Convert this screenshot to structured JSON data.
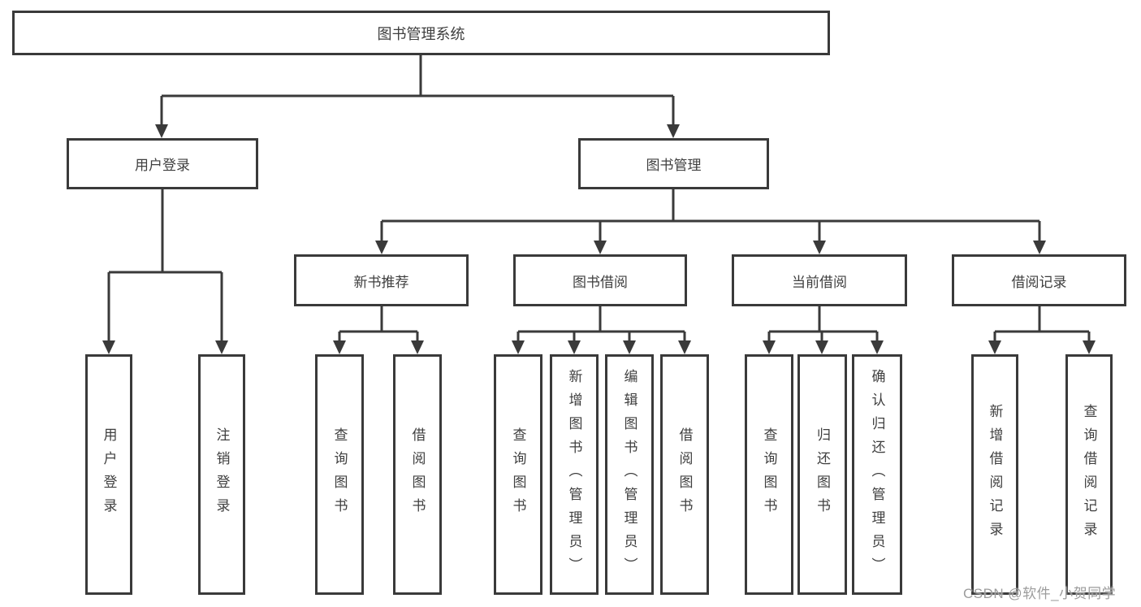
{
  "colors": {
    "line": "#3a3a3a",
    "box_border": "#3a3a3a",
    "text": "#3f3f3f",
    "watermark": "#9c9c9c",
    "background": "#ffffff"
  },
  "watermark": {
    "text": "CSDN @软件_小贺同学"
  },
  "tree": {
    "label": "图书管理系统",
    "children": [
      {
        "label": "用户登录",
        "children": [
          {
            "label": "用户登录"
          },
          {
            "label": "注销登录"
          }
        ]
      },
      {
        "label": "图书管理",
        "children": [
          {
            "label": "新书推荐",
            "children": [
              {
                "label": "查询图书"
              },
              {
                "label": "借阅图书"
              }
            ]
          },
          {
            "label": "图书借阅",
            "children": [
              {
                "label": "查询图书"
              },
              {
                "label": "新增图书（管理员）"
              },
              {
                "label": "编辑图书（管理员）"
              },
              {
                "label": "借阅图书"
              }
            ]
          },
          {
            "label": "当前借阅",
            "children": [
              {
                "label": "查询图书"
              },
              {
                "label": "归还图书"
              },
              {
                "label": "确认归还（管理员）"
              }
            ]
          },
          {
            "label": "借阅记录",
            "children": [
              {
                "label": "新增借阅记录"
              },
              {
                "label": "查询借阅记录"
              }
            ]
          }
        ]
      }
    ]
  }
}
